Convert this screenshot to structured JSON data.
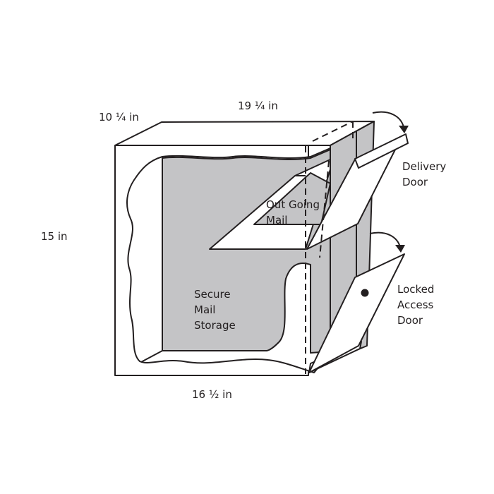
{
  "dimensions": {
    "depth": "10 ¼ in",
    "width_top": "19 ¼ in",
    "height": "15 in",
    "width_bottom": "16 ½ in"
  },
  "labels": {
    "delivery_door": [
      "Delivery",
      "Door"
    ],
    "outgoing_mail": [
      "Out Going",
      "Mail"
    ],
    "secure_storage": [
      "Secure",
      "Mail",
      "Storage"
    ],
    "locked_door": [
      "Locked",
      "Access",
      "Door"
    ]
  },
  "colors": {
    "interior": "#c4c4c6",
    "stroke": "#231f20"
  }
}
